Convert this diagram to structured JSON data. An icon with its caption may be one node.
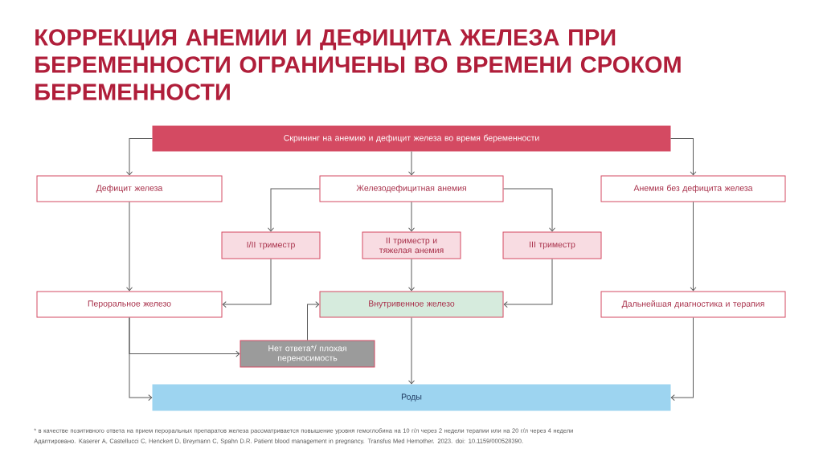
{
  "diagram": {
    "title": "КОРРЕКЦИЯ АНЕМИИ И ДЕФИЦИТА ЖЕЛЕЗА ПРИ БЕРЕМЕННОСТИ ОГРАНИЧЕНЫ ВО ВРЕМЕНИ СРОКОМ БЕРЕМЕННОСТИ",
    "nodes": [
      {
        "text": [
          "Скрининг на анемию и дефицит железа во время беременности"
        ]
      },
      {
        "text": [
          "Дефицит железа"
        ]
      },
      {
        "text": [
          "Железодефицитная анемия"
        ]
      },
      {
        "text": [
          "Анемия без дефицита железа"
        ]
      },
      {
        "text": [
          "I/II триместр"
        ]
      },
      {
        "text": [
          "II триместр и тяжелая анемия"
        ]
      },
      {
        "text": [
          "III триместр"
        ]
      },
      {
        "text": [
          "Пероральное железо"
        ]
      },
      {
        "text": [
          "Внутривенное железо"
        ]
      },
      {
        "text": [
          "Дальнейшая диагностика и терапия"
        ]
      },
      {
        "text": [
          "Нет ответа*/ плохая переносимость"
        ]
      },
      {
        "text": [
          "Роды"
        ]
      }
    ],
    "edges": [
      {
        "from": 0,
        "to": 1,
        "arrow": "to"
      },
      {
        "from": 0,
        "to": 2,
        "arrow": "to"
      },
      {
        "from": 0,
        "to": 3,
        "arrow": "to"
      },
      {
        "from": 2,
        "to": 4,
        "arrow": "to"
      },
      {
        "from": 2,
        "to": 5,
        "arrow": "to"
      },
      {
        "from": 2,
        "to": 6,
        "arrow": "to"
      },
      {
        "from": 1,
        "to": 7,
        "arrow": "to"
      },
      {
        "from": 4,
        "to": 7,
        "arrow": "to"
      },
      {
        "from": 5,
        "to": 8,
        "arrow": "to"
      },
      {
        "from": 6,
        "to": 8,
        "arrow": "to"
      },
      {
        "from": 3,
        "to": 9,
        "arrow": "to"
      },
      {
        "from": 7,
        "to": 10,
        "arrow": "to"
      },
      {
        "from": 7,
        "to": 11,
        "arrow": "to"
      },
      {
        "from": 10,
        "to": 8,
        "arrow": "to"
      },
      {
        "from": 8,
        "to": 11,
        "arrow": "to"
      },
      {
        "from": 9,
        "to": 11,
        "arrow": "to"
      }
    ],
    "labels": [
      "* в качестве позитивного ответа на прием пероральных препаратов железа рассматривается повышение уровня гемоглобина на  10 г/л через 2 недели терапии или на 20 г/л через 4 недели",
      "Адаптировано. Kaserer A, Castellucci C, Henckert D, Breymann C, Spahn D.R. Patient blood management in pregnancy. Transfus Med Hemother. 2023. doi: 10.1159/000528390."
    ]
  }
}
